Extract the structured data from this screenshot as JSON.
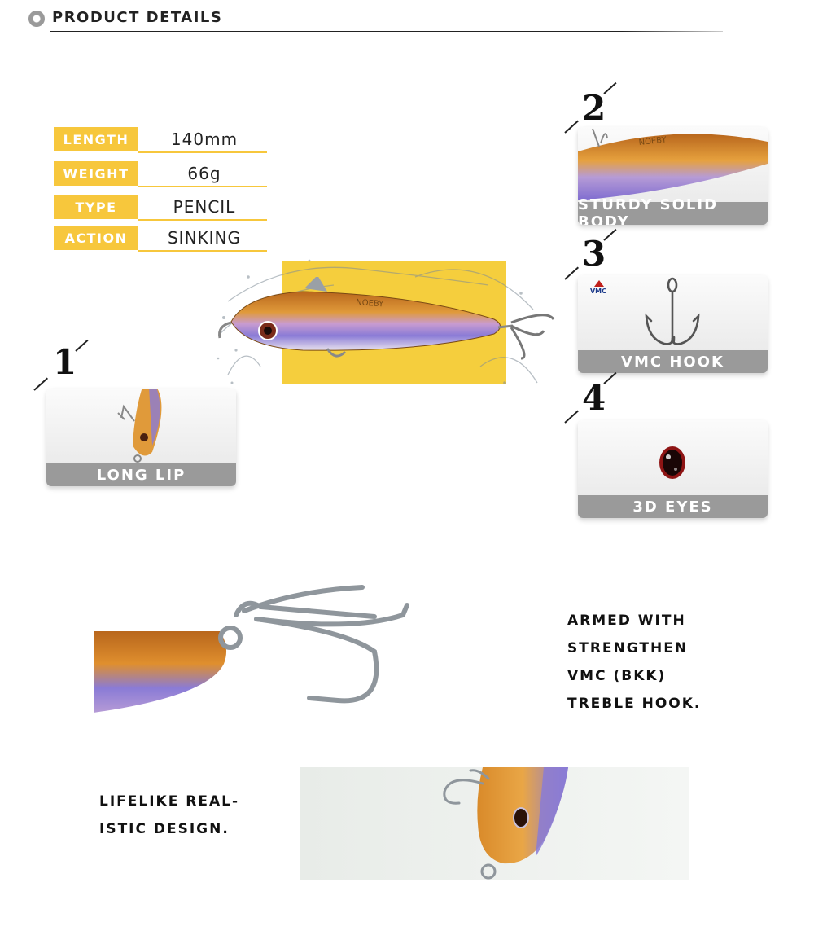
{
  "header": {
    "title": "PRODUCT DETAILS"
  },
  "specs": [
    {
      "label": "LENGTH",
      "value": "140mm"
    },
    {
      "label": "WEIGHT",
      "value": "66g"
    },
    {
      "label": "TYPE",
      "value": "PENCIL"
    },
    {
      "label": "ACTION",
      "value": "SINKING"
    }
  ],
  "main_lure": {
    "brand": "NOEBY"
  },
  "features": [
    {
      "number": "1",
      "caption": "LONG LIP"
    },
    {
      "number": "2",
      "caption": "STURDY SOLID BODY"
    },
    {
      "number": "3",
      "caption": "VMC HOOK",
      "logo": "VMC"
    },
    {
      "number": "4",
      "caption": "3D EYES"
    }
  ],
  "hook_section": {
    "lines": [
      "ARMED WITH",
      "STRENGTHEN",
      "VMC (BKK)",
      "TREBLE HOOK."
    ]
  },
  "design_section": {
    "lines": [
      "LIFELIKE REAL-",
      "ISTIC DESIGN."
    ]
  },
  "colors": {
    "accent": "#f7c73c",
    "caption_bg": "#9a9a9a",
    "lure_top": "#d98a2a",
    "lure_belly": "#8a7bd6"
  }
}
